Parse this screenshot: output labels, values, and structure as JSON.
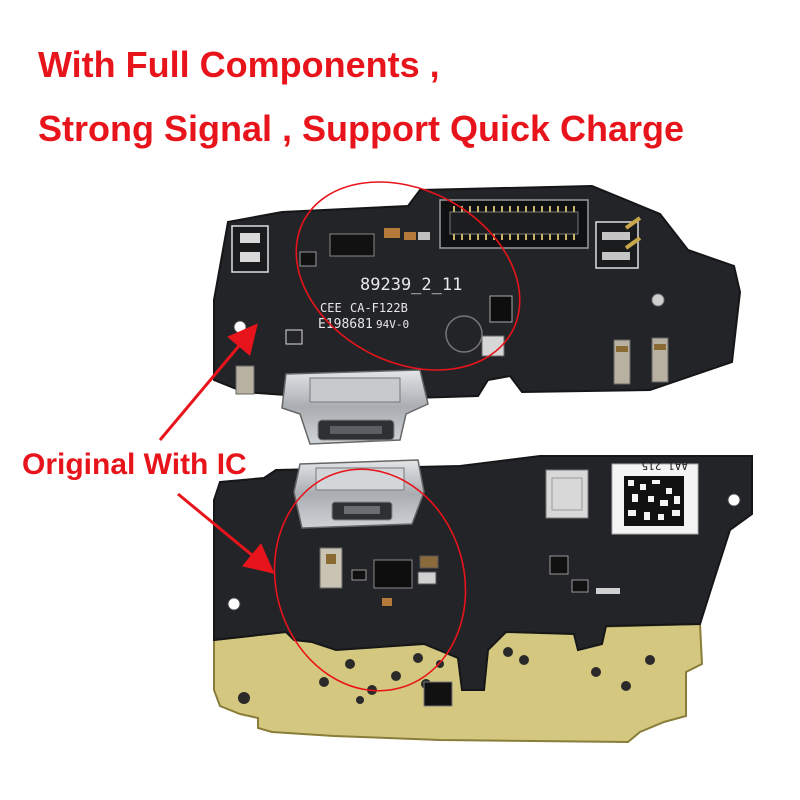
{
  "headline": {
    "line1": "With Full Components ,",
    "line2": "Strong Signal ,   Support Quick Charge"
  },
  "callout": {
    "text": "Original With IC"
  },
  "board_top": {
    "part_number": "89239_2_11",
    "model_mark": "CA-F122B",
    "cert_mark": "CEE",
    "ul_code": "E198681",
    "flammability": "94V-0"
  },
  "board_bottom": {
    "label_code": "AA1 215"
  },
  "colors": {
    "accent_red": "#e8141b",
    "pcb_black": "#222326",
    "gold_plating": "#d4c77f",
    "connector_silver": "#b8bcc0"
  }
}
